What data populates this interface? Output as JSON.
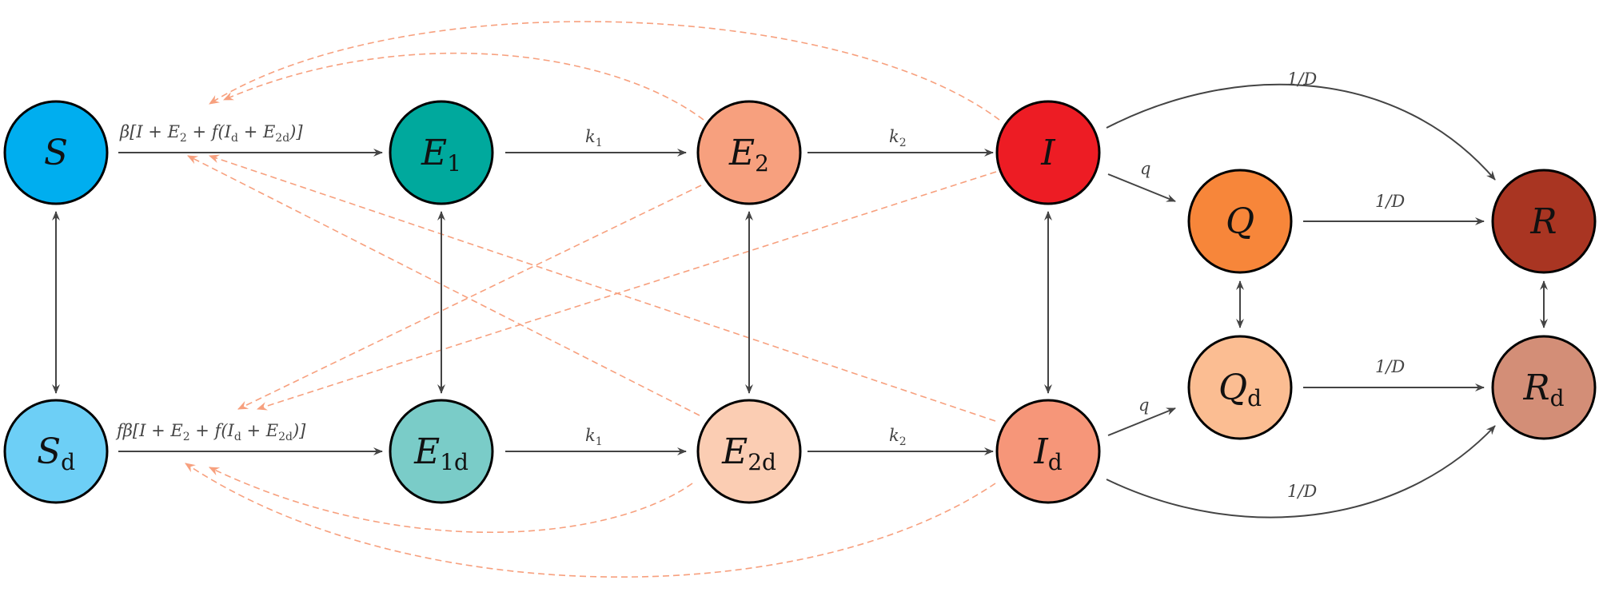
{
  "diagram": {
    "type": "compartmental-flow-diagram",
    "nodes": [
      {
        "id": "S",
        "main": "S",
        "sub": "",
        "color": "#00AEEF"
      },
      {
        "id": "E1",
        "main": "E",
        "sub": "1",
        "color": "#00A99D"
      },
      {
        "id": "E2",
        "main": "E",
        "sub": "2",
        "color": "#F7A07E"
      },
      {
        "id": "I",
        "main": "I",
        "sub": "",
        "color": "#ED1C24"
      },
      {
        "id": "Q",
        "main": "Q",
        "sub": "",
        "color": "#F7863A"
      },
      {
        "id": "R",
        "main": "R",
        "sub": "",
        "color": "#A93522"
      },
      {
        "id": "Sd",
        "main": "S",
        "sub": "d",
        "color": "#6DCFF6"
      },
      {
        "id": "E1d",
        "main": "E",
        "sub": "1d",
        "color": "#7ACCC8"
      },
      {
        "id": "E2d",
        "main": "E",
        "sub": "2d",
        "color": "#FBCDB3"
      },
      {
        "id": "Id",
        "main": "I",
        "sub": "d",
        "color": "#F69679"
      },
      {
        "id": "Qd",
        "main": "Q",
        "sub": "d",
        "color": "#FBBD92"
      },
      {
        "id": "Rd",
        "main": "R",
        "sub": "d",
        "color": "#D38E77"
      }
    ],
    "edges": [
      {
        "from": "S",
        "to": "E1",
        "label": "β[I + E₂ + f(I_d + E_2d)]"
      },
      {
        "from": "E1",
        "to": "E2",
        "label": "k₁"
      },
      {
        "from": "E2",
        "to": "I",
        "label": "k₂"
      },
      {
        "from": "I",
        "to": "Q",
        "label": "q"
      },
      {
        "from": "I",
        "to": "R",
        "label": "1/D"
      },
      {
        "from": "Q",
        "to": "R",
        "label": "1/D"
      },
      {
        "from": "Sd",
        "to": "E1d",
        "label": "fβ[I + E₂ + f(I_d + E_2d)]"
      },
      {
        "from": "E1d",
        "to": "E2d",
        "label": "k₁"
      },
      {
        "from": "E2d",
        "to": "Id",
        "label": "k₂"
      },
      {
        "from": "Id",
        "to": "Qd",
        "label": "q"
      },
      {
        "from": "Id",
        "to": "Rd",
        "label": "1/D"
      },
      {
        "from": "Qd",
        "to": "Rd",
        "label": "1/D"
      }
    ],
    "bidirectional": [
      [
        "S",
        "Sd"
      ],
      [
        "E1",
        "E1d"
      ],
      [
        "E2",
        "E2d"
      ],
      [
        "I",
        "Id"
      ],
      [
        "Q",
        "Qd"
      ],
      [
        "R",
        "Rd"
      ]
    ],
    "influence_dashed": [
      {
        "from": "E2",
        "to": "S-E1 edge"
      },
      {
        "from": "I",
        "to": "S-E1 edge"
      },
      {
        "from": "E2d",
        "to": "S-E1 edge"
      },
      {
        "from": "Id",
        "to": "S-E1 edge"
      },
      {
        "from": "E2",
        "to": "Sd-E1d edge"
      },
      {
        "from": "I",
        "to": "Sd-E1d edge"
      },
      {
        "from": "E2d",
        "to": "Sd-E1d edge"
      },
      {
        "from": "Id",
        "to": "Sd-E1d edge"
      }
    ],
    "edge_color": "#444444",
    "dashed_color": "#F7A07E"
  },
  "labels": {
    "top_rate": {
      "pre": "β[I + E",
      "s1": "2",
      "mid": " + f(I",
      "s2": "d",
      "mid2": " + E",
      "s3": "2d",
      "post": ")]"
    },
    "bottom_rate": {
      "pre": "fβ[I + E",
      "s1": "2",
      "mid": " + f(I",
      "s2": "d",
      "mid2": " + E",
      "s3": "2d",
      "post": ")]"
    },
    "k1": {
      "main": "k",
      "sub": "1"
    },
    "k2": {
      "main": "k",
      "sub": "2"
    },
    "q": "q",
    "rec": "1/D"
  }
}
